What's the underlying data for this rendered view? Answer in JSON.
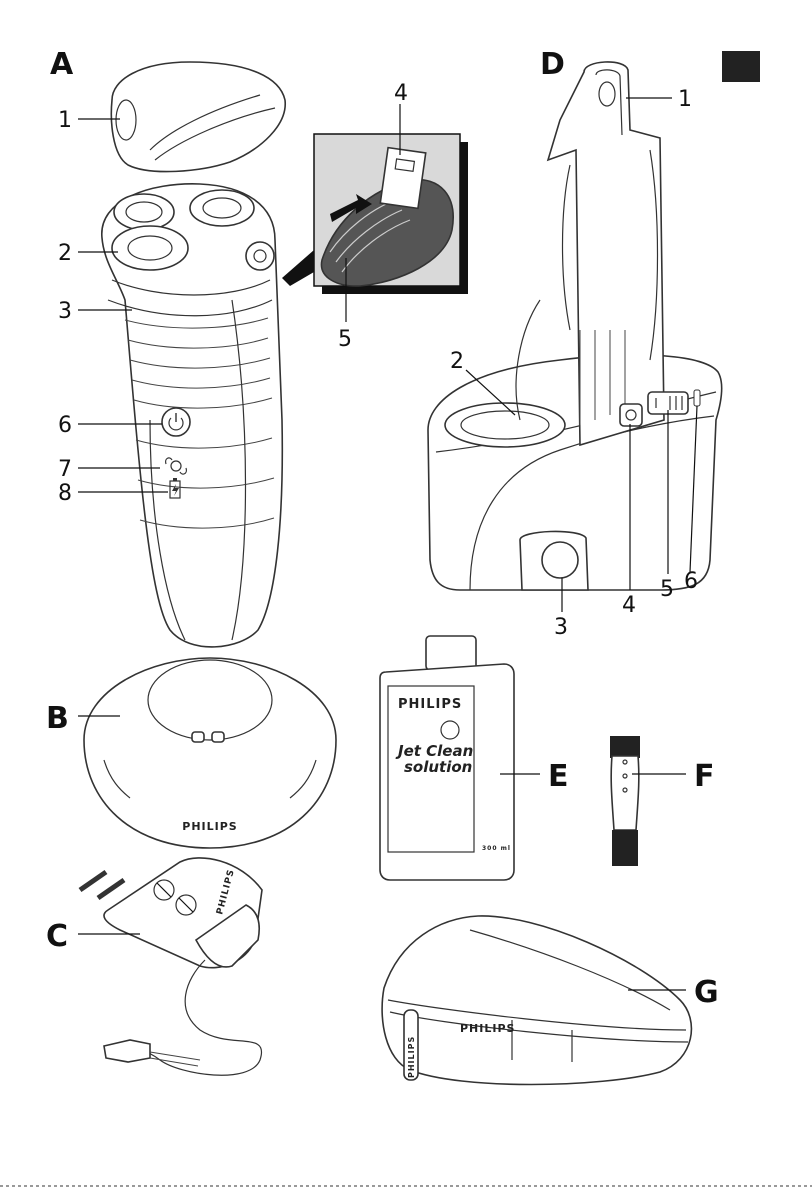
{
  "section_tab_color": "#222222",
  "groups": {
    "A": "A",
    "B": "B",
    "C": "C",
    "D": "D",
    "E": "E",
    "F": "F",
    "G": "G"
  },
  "callouts_a": [
    "1",
    "2",
    "3",
    "4",
    "5",
    "6",
    "7",
    "8"
  ],
  "callouts_d": [
    "1",
    "2",
    "3",
    "4",
    "5",
    "6"
  ],
  "brand": {
    "stand": "PHILIPS",
    "adapter": "PHILIPS",
    "bottle": "PHILIPS",
    "pouch": "PHILIPS",
    "zip_tag": "PHILIPS"
  },
  "bottle": {
    "line1": "Jet Clean",
    "line2": "solution",
    "volume": "300 ml"
  },
  "icons": [
    "power-icon",
    "cleaning-icon",
    "battery-icon",
    "no-water-icon",
    "no-bath-icon"
  ]
}
